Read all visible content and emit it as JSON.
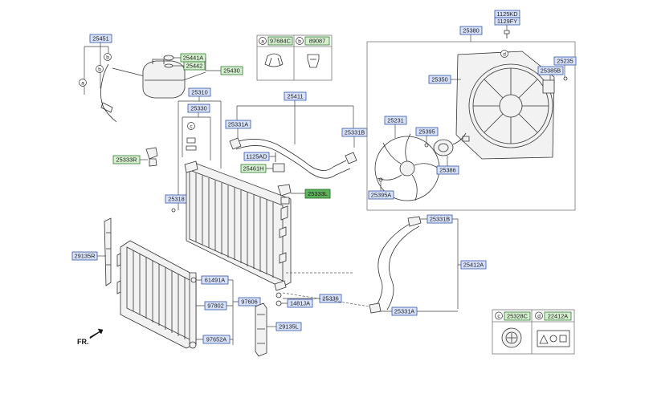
{
  "colors": {
    "blue_label_fill": "#d8e3fb",
    "blue_label_stroke": "#3355aa",
    "green_label_fill": "#d6f0cf",
    "green_label_stroke": "#2f7a2f",
    "highlight_fill": "#5bb35b",
    "highlight_stroke": "#1f6b1f"
  },
  "labels": {
    "p25451": "25451",
    "p25441A": "25441A",
    "p25442": "25442",
    "p25430": "25430",
    "p25310": "25310",
    "p25330": "25330",
    "p25333R": "25333R",
    "p25318": "25318",
    "p25411": "25411",
    "p25331A_top": "25331A",
    "p25331B_top": "25331B",
    "p1125AD": "1125AD",
    "p25461H": "25461H",
    "p25333L": "25333L",
    "p97684C": "97684C",
    "p89087": "89087",
    "p1125KD": "1125KD",
    "p1129FY": "1129FY",
    "p25380": "25380",
    "p25350": "25350",
    "p25235": "25235",
    "p25385B": "25385B",
    "p25231": "25231",
    "p25395": "25395",
    "p25386": "25386",
    "p25395A": "25395A",
    "p25331B_bottom": "25331B",
    "p25412A": "25412A",
    "p25331A_bottom": "25331A",
    "p29135R": "29135R",
    "p61491A": "61491A",
    "p97802": "97802",
    "p97606": "97606",
    "p97652A": "97652A",
    "p1481JA": "1481JA",
    "p25336": "25336",
    "p29135L": "29135L",
    "p25328C": "25328C",
    "p22412A": "22412A"
  },
  "callouts": {
    "a": "a",
    "b": "b",
    "c": "c",
    "d": "d"
  },
  "orientation_label": "FR."
}
